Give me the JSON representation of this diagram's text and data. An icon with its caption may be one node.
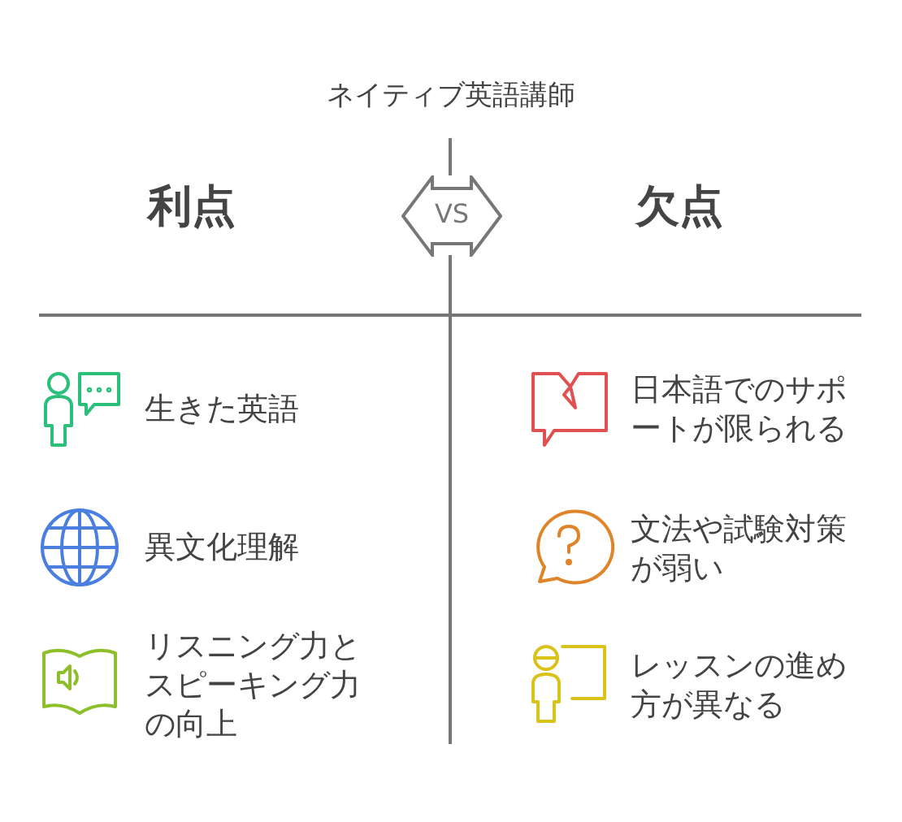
{
  "diagram": {
    "title": "ネイティブ英語講師",
    "nodes": [
      {
        "text": [
          "VS"
        ]
      }
    ],
    "labels": [
      "利点",
      "欠点",
      "生きた英語",
      "日本語でのサポートが限られる",
      "異文化理解",
      "文法や試験対策が弱い",
      "リスニング力とスピーキング力の向上",
      "レッスンの進め方が異なる"
    ]
  }
}
